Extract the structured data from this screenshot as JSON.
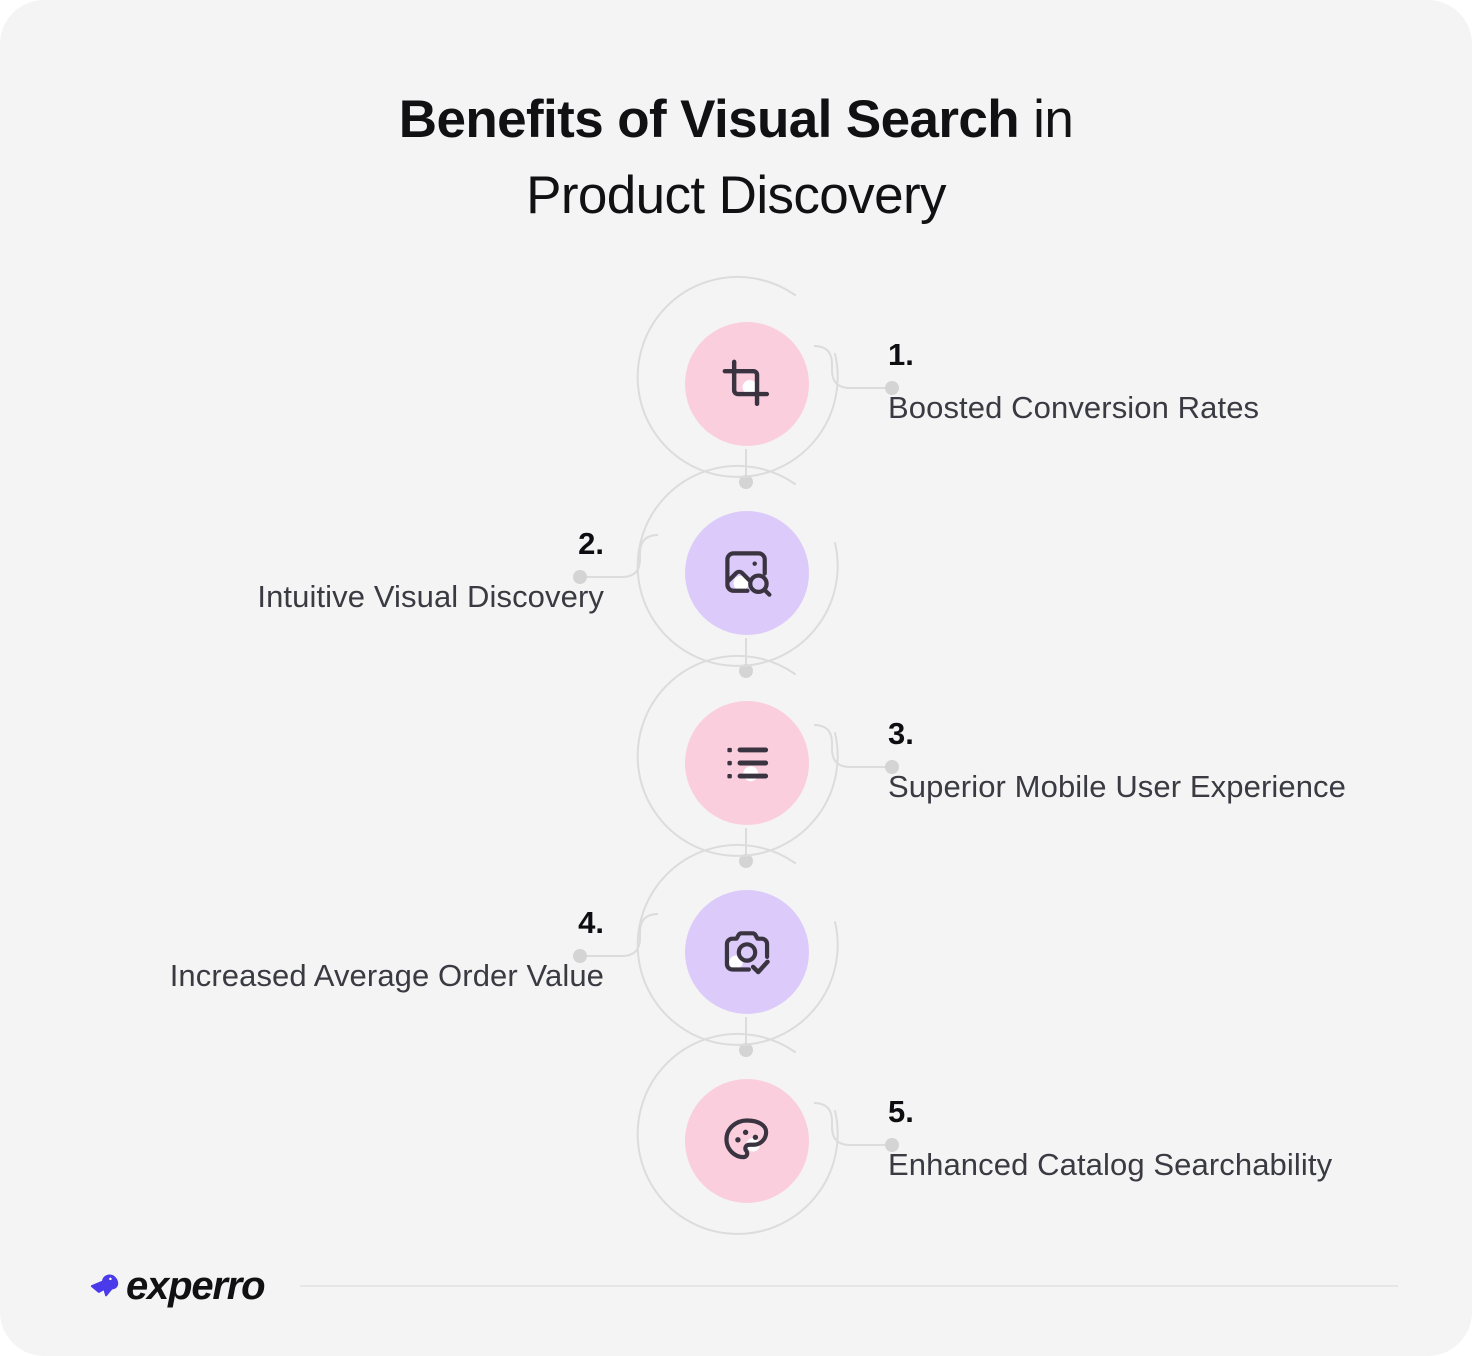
{
  "colors": {
    "background": "#f4f4f4",
    "pink": "#fbcedd",
    "purple": "#dccbfa",
    "ring": "#dcdcdc",
    "dot": "#d4d4d4",
    "icon_stroke": "#3a3340",
    "title": "#111114",
    "label_text": "#3a3a42",
    "brand_purple": "#4a3aea"
  },
  "title": {
    "line1_strong": "Benefits of Visual Search",
    "line1_light": " in",
    "line2": "Product Discovery"
  },
  "items": [
    {
      "number": "1.",
      "label": "Boosted Conversion Rates",
      "icon": "crop-icon",
      "color": "pink",
      "side": "right"
    },
    {
      "number": "2.",
      "label": "Intuitive Visual Discovery",
      "icon": "image-search-icon",
      "color": "purple",
      "side": "left"
    },
    {
      "number": "3.",
      "label": "Superior Mobile User Experience",
      "icon": "list-icon",
      "color": "pink",
      "side": "right"
    },
    {
      "number": "4.",
      "label": "Increased Average Order Value",
      "icon": "camera-check-icon",
      "color": "purple",
      "side": "left"
    },
    {
      "number": "5.",
      "label": "Enhanced Catalog Searchability",
      "icon": "palette-icon",
      "color": "pink",
      "side": "right"
    }
  ],
  "footer": {
    "brand": "experro",
    "logo_mark": "bird-logo-icon"
  }
}
